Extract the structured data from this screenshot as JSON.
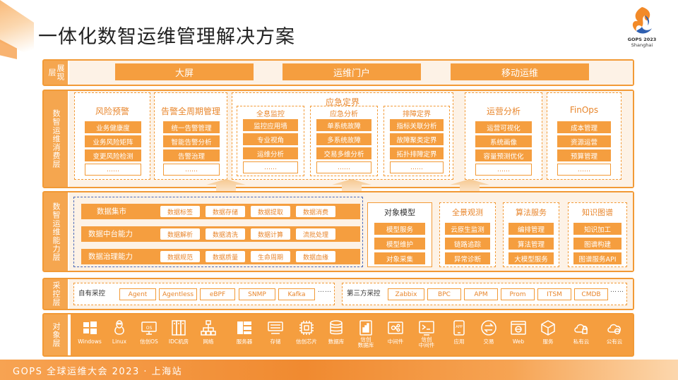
{
  "title": "一体化数智运维管理解决方案",
  "logo": {
    "line1": "GOPS 2023",
    "line2": "Shanghai"
  },
  "layers": {
    "display": "展现层",
    "consumption": "数智运维消费层",
    "capability": "数智运维能力层",
    "collection": "采控层",
    "object": "对象层"
  },
  "display": {
    "items": [
      "大屏",
      "运维门户",
      "移动运维"
    ]
  },
  "consumption": {
    "risk": {
      "title": "风险预警",
      "items": [
        "业务健康度",
        "业务风险矩阵",
        "变更风险检测"
      ]
    },
    "alert": {
      "title": "告警全周期管理",
      "items": [
        "统一告警管理",
        "智能告警分析",
        "告警治理"
      ]
    },
    "emergency": {
      "title": "应急定界",
      "monitor": {
        "title": "全息监控",
        "items": [
          "监控应用墙",
          "专业视角",
          "运维分析"
        ]
      },
      "analysis": {
        "title": "应急分析",
        "items": [
          "单系统故障",
          "多系统故障",
          "交易多维分析"
        ]
      },
      "troubleshoot": {
        "title": "排障定界",
        "items": [
          "指标关联分析",
          "故障聚类定界",
          "拓扑排障定界"
        ]
      }
    },
    "ops": {
      "title": "运营分析",
      "items": [
        "运营可视化",
        "系统画像",
        "容量预测优化"
      ]
    },
    "finops": {
      "title": "FinOps",
      "items": [
        "成本管理",
        "资源运营",
        "预算管理"
      ]
    },
    "dots": "……"
  },
  "capability": {
    "rows": [
      {
        "label": "数据集市",
        "chips": [
          "数据标签",
          "数据存储",
          "数据提取",
          "数据消费"
        ]
      },
      {
        "label": "数据中台能力",
        "chips": [
          "数据解析",
          "数据清洗",
          "数据计算",
          "流批处理"
        ]
      },
      {
        "label": "数据治理能力",
        "chips": [
          "数据规范",
          "数据质量",
          "生命周期",
          "数据血缘"
        ]
      }
    ],
    "object_model": {
      "title": "对象模型",
      "items": [
        "模型服务",
        "模型维护",
        "对象采集"
      ]
    },
    "observe": {
      "title": "全景观测",
      "items": [
        "云原生监测",
        "链路追踪",
        "异常诊断"
      ]
    },
    "algo": {
      "title": "算法服务",
      "items": [
        "编排管理",
        "算法管理",
        "大模型服务"
      ]
    },
    "knowledge": {
      "title": "知识图谱",
      "items": [
        "知识加工",
        "图谱构建",
        "图谱服务API"
      ]
    }
  },
  "collection": {
    "own": {
      "label": "自有采控",
      "items": [
        "Agent",
        "Agentless",
        "eBPF",
        "SNMP",
        "Kafka"
      ]
    },
    "third": {
      "label": "第三方采控",
      "items": [
        "Zabbix",
        "BPC",
        "APM",
        "Prom",
        "ITSM",
        "CMDB"
      ]
    },
    "dots": "……"
  },
  "objects": [
    {
      "label": "Windows",
      "icon": "windows-icon"
    },
    {
      "label": "Linux",
      "icon": "linux-icon"
    },
    {
      "label": "信创OS",
      "icon": "os-icon"
    },
    {
      "label": "IDC机房",
      "icon": "idc-icon"
    },
    {
      "label": "网络",
      "icon": "network-icon"
    },
    {
      "label": "服务器",
      "icon": "server-icon"
    },
    {
      "label": "存储",
      "icon": "storage-icon"
    },
    {
      "label": "信创芯片",
      "icon": "chip-icon"
    },
    {
      "label": "数据库",
      "icon": "database-icon"
    },
    {
      "label": "信创\n数据库",
      "icon": "xc-database-icon"
    },
    {
      "label": "中间件",
      "icon": "middleware-icon"
    },
    {
      "label": "信创\n中间件",
      "icon": "xc-middleware-icon"
    },
    {
      "label": "应用",
      "icon": "app-icon"
    },
    {
      "label": "交易",
      "icon": "transaction-icon"
    },
    {
      "label": "Web",
      "icon": "web-icon"
    },
    {
      "label": "服务",
      "icon": "service-icon"
    },
    {
      "label": "私有云",
      "icon": "private-cloud-icon"
    },
    {
      "label": "公有云",
      "icon": "public-cloud-icon"
    }
  ],
  "footer": "GOPS 全球运维大会 2023 · 上海站",
  "colors": {
    "accent": "#f59e3f",
    "border": "#f29a36",
    "text_accent": "#e8862c",
    "tint": "#fdf2e6",
    "dash_blue": "#4a67b8"
  }
}
